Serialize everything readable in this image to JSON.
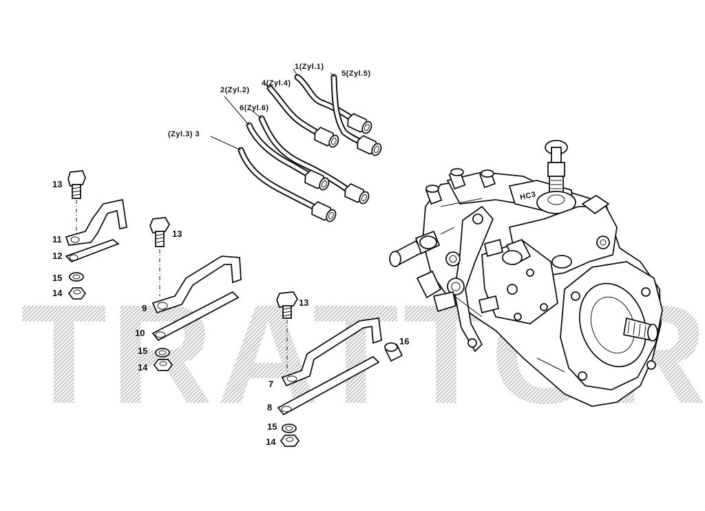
{
  "watermark": "TRATTORET",
  "labels": {
    "pipe1": "1(Zyl.1)",
    "pipe5": "5(Zyl.5)",
    "pipe4": "4(Zyl.4)",
    "pipe2": "2(Zyl.2)",
    "pipe6": "6(Zyl.6)",
    "pipe3": "(Zyl.3) 3",
    "pump_mark": "HC3",
    "a_bolt": "13",
    "a_bracket": "11",
    "a_strip": "12",
    "a_washer": "15",
    "a_nut": "14",
    "b_bolt": "13",
    "b_bracket": "9",
    "b_strip": "10",
    "b_washer": "15",
    "b_nut": "14",
    "c_bolt": "13",
    "c_bracket": "7",
    "c_strip": "8",
    "c_sleeve": "16",
    "c_washer": "15",
    "c_nut": "14"
  }
}
